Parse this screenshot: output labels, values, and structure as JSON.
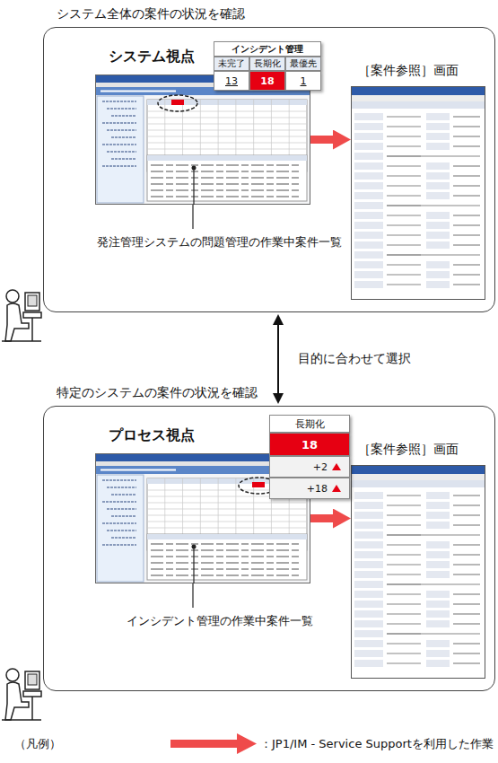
{
  "diagram": {
    "nodes": [
      {
        "text": [
          "システム全体の案件の状況を確認"
        ]
      },
      {
        "text": [
          "システム視点",
          "発注管理システムの問題管理の作業中案件一覧"
        ],
        "in": 0
      },
      {
        "text": [
          "［案件参照］画面"
        ],
        "in": 0
      },
      {
        "text": [
          "特定のシステムの案件の状況を確認"
        ]
      },
      {
        "text": [
          "プロセス視点",
          "インシデント管理の作業中案件一覧"
        ],
        "in": 3
      },
      {
        "text": [
          "［案件参照］画面"
        ],
        "in": 3
      }
    ],
    "edges": [
      {
        "from": 1,
        "to": 2,
        "arrow": "to"
      },
      {
        "from": 0,
        "to": 3,
        "arrow": "both",
        "label": "目的に合わせて選択"
      },
      {
        "from": 4,
        "to": 5,
        "arrow": "to"
      }
    ],
    "labels": [
      "インシデント管理",
      "未完了",
      "長期化",
      "最優先",
      "13",
      "18",
      "1",
      "長期化",
      "18",
      "+2",
      "+18",
      "（凡例）"
    ],
    "legend": [
      {
        "text": "：JP1/IM - Service Supportを利用した作業"
      }
    ]
  }
}
